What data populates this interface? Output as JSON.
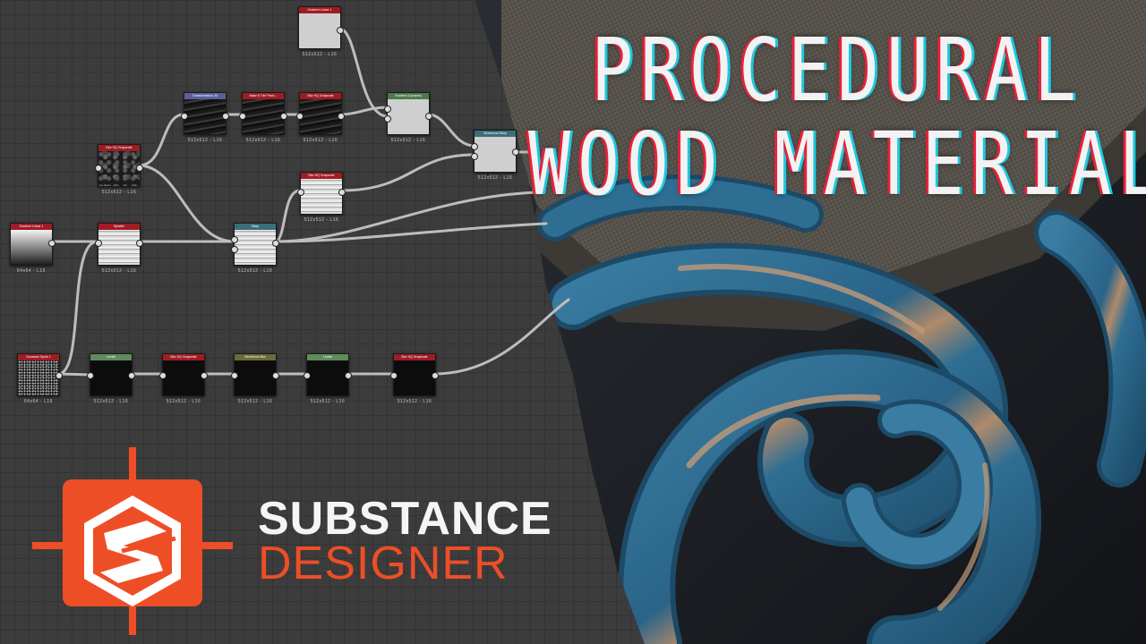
{
  "headline": {
    "line1": "PROCEDURAL",
    "line2": "WOOD MATERIAL"
  },
  "brand": {
    "line1": "SUBSTANCE",
    "line2": "DESIGNER",
    "logo_icon": "substance-designer-logo-icon",
    "accent_color": "#ee4e26"
  },
  "graph": {
    "nodes": [
      {
        "id": "n1",
        "title": "Gradient Linear 1",
        "resolution": "512x512 - L16",
        "header_color": "#a01c24",
        "thumb": "white"
      },
      {
        "id": "n2",
        "title": "Transformation 2D",
        "resolution": "512x512 - L16",
        "header_color": "#5a5f9c",
        "thumb": "dark"
      },
      {
        "id": "n3",
        "title": "Make It Tile Photo...",
        "resolution": "512x512 - L16",
        "header_color": "#a01c24",
        "thumb": "dark"
      },
      {
        "id": "n4",
        "title": "Blur HQ Grayscale",
        "resolution": "512x512 - L16",
        "header_color": "#a01c24",
        "thumb": "dark"
      },
      {
        "id": "n5",
        "title": "Gradient (Dynamic)",
        "resolution": "512x512 - L16",
        "header_color": "#4a7a4a",
        "thumb": "white"
      },
      {
        "id": "n6",
        "title": "Blur HQ Grayscale",
        "resolution": "512x512 - L16",
        "header_color": "#a01c24",
        "thumb": "noise"
      },
      {
        "id": "n7",
        "title": "Directional Warp",
        "resolution": "512x512 - L16",
        "header_color": "#3a6f78",
        "thumb": "white"
      },
      {
        "id": "n8",
        "title": "Blur HQ Grayscale",
        "resolution": "512x512 - L16",
        "header_color": "#a01c24",
        "thumb": "light"
      },
      {
        "id": "n9",
        "title": "Gradient Linear 1",
        "resolution": "64x64 - L16",
        "header_color": "#a01c24",
        "thumb": "gradient"
      },
      {
        "id": "n10",
        "title": "Splatter",
        "resolution": "512x512 - L16",
        "header_color": "#a01c24",
        "thumb": "light"
      },
      {
        "id": "n11",
        "title": "Warp",
        "resolution": "512x512 - L16",
        "header_color": "#3a6f78",
        "thumb": "light"
      },
      {
        "id": "n12",
        "title": "Gaussian Spots 1",
        "resolution": "64x64 - L16",
        "header_color": "#a01c24",
        "thumb": "speckle"
      },
      {
        "id": "n13",
        "title": "Levels",
        "resolution": "512x512 - L16",
        "header_color": "#5e8c5a",
        "thumb": "black"
      },
      {
        "id": "n14",
        "title": "Blur HQ Grayscale",
        "resolution": "512x512 - L16",
        "header_color": "#a01c24",
        "thumb": "black"
      },
      {
        "id": "n15",
        "title": "Directional Blur",
        "resolution": "512x512 - L16",
        "header_color": "#6a6a3a",
        "thumb": "black"
      },
      {
        "id": "n16",
        "title": "Levels",
        "resolution": "512x512 - L16",
        "header_color": "#5e8c5a",
        "thumb": "black"
      },
      {
        "id": "n17",
        "title": "Blur HQ Grayscale",
        "resolution": "512x512 - L16",
        "header_color": "#a01c24",
        "thumb": "black"
      }
    ]
  },
  "render": {
    "subject": "painted bentwood chair render",
    "paint_color": "#2f6e93",
    "wood_color": "#b48a66",
    "seat_color": "#5a5650",
    "background_color": "#1c1f24"
  }
}
